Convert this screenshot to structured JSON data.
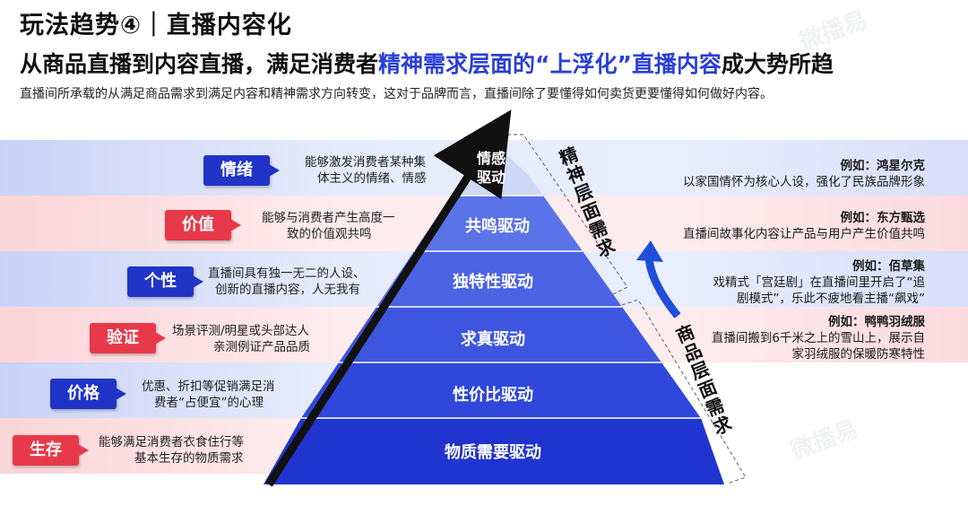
{
  "header": {
    "title": "玩法趋势④｜直播内容化",
    "subtitle_prefix": "从商品直播到内容直播，满足消费者",
    "subtitle_highlight": "精神需求层面的“上浮化”直播内容",
    "subtitle_suffix": "成大势所趋",
    "description": "直播间所承载的从满足商品需求到满足内容和精神需求方向转变，这对于品牌而言，直播间除了要懂得如何卖货更要懂得如何做好内容。"
  },
  "watermark": "微播易",
  "levels": [
    {
      "tag": "情绪",
      "tag_color": "blue",
      "desc": [
        "能够激发消费者某种集",
        "体主义的情绪、情感"
      ],
      "pyramid_label": [
        "情感",
        "驱动"
      ],
      "example_title": "例如：鸿星尔克",
      "example_text": [
        "以家国情怀为核心人设，强化了民族品牌形象"
      ]
    },
    {
      "tag": "价值",
      "tag_color": "red",
      "desc": [
        "能够与消费者产生高度一",
        "致的价值观共鸣"
      ],
      "pyramid_label": [
        "共鸣驱动"
      ],
      "example_title": "例如：东方甄选",
      "example_text": [
        "直播间故事化内容让产品与用户产生价值共鸣"
      ]
    },
    {
      "tag": "个性",
      "tag_color": "blue",
      "desc": [
        "直播间具有独一无二的人设、",
        "创新的直播内容，人无我有"
      ],
      "pyramid_label": [
        "独特性驱动"
      ],
      "example_title": "例如：佰草集",
      "example_text": [
        "戏精式「宫廷剧」在直播间里开启了“追",
        "剧模式”，乐此不疲地看主播“飙戏”"
      ]
    },
    {
      "tag": "验证",
      "tag_color": "red",
      "desc": [
        "场景评测/明星或头部达人",
        "亲测例证产品品质"
      ],
      "pyramid_label": [
        "求真驱动"
      ],
      "example_title": "例如：鸭鸭羽绒服",
      "example_text": [
        "直播间搬到6千米之上的雪山上，展示自",
        "家羽绒服的保暖防寒特性"
      ]
    },
    {
      "tag": "价格",
      "tag_color": "blue",
      "desc": [
        "优惠、折扣等促销满足消",
        "费者“占便宜”的心理"
      ],
      "pyramid_label": [
        "性价比驱动"
      ],
      "example_title": "",
      "example_text": []
    },
    {
      "tag": "生存",
      "tag_color": "red",
      "desc": [
        "能够满足消费者衣食住行等",
        "基本生存的物质需求"
      ],
      "pyramid_label": [
        "物质需要驱动"
      ],
      "example_title": "",
      "example_text": []
    }
  ],
  "side_labels": {
    "spiritual": "精神层面需求",
    "commodity": "商品层面需求"
  },
  "colors": {
    "blue": "#2034c8",
    "red": "#e8394a",
    "highlight": "#2a3fd8"
  }
}
